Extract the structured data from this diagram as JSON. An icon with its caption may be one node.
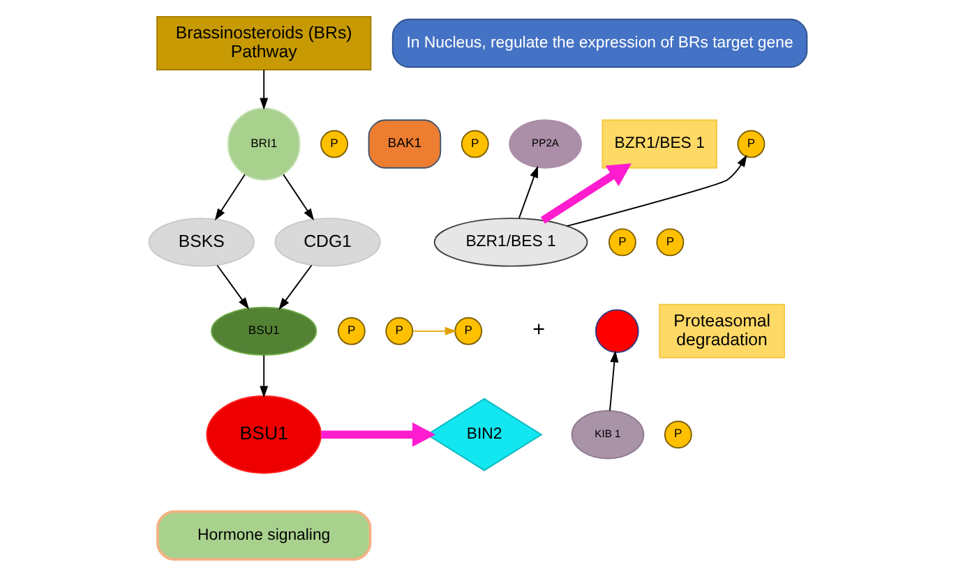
{
  "diagram": {
    "nodes": [
      {
        "text": [
          "Brassinosteroids (BRs) Pathway"
        ]
      },
      {
        "text": [
          "In Nucleus, regulate the expression of BRs target gene"
        ]
      },
      {
        "text": [
          "BZR1/BES 1"
        ]
      },
      {
        "text": [
          "P"
        ]
      },
      {
        "text": [
          "BRI1"
        ]
      },
      {
        "text": [
          "BAK1"
        ]
      },
      {
        "text": [
          "P"
        ]
      },
      {
        "text": [
          "PP2A"
        ]
      },
      {
        "text": [
          "P"
        ]
      },
      {
        "text": [
          "BZR1/BES 1"
        ]
      },
      {
        "text": [
          "P"
        ]
      },
      {
        "text": [
          "BSKS"
        ]
      },
      {
        "text": [
          "CDG1"
        ]
      },
      {
        "text": [
          "P"
        ]
      },
      {
        "text": [],
        "shape": "circle"
      },
      {
        "text": [
          "BSU1"
        ]
      },
      {
        "text": [
          "P"
        ]
      },
      {
        "text": [
          "Proteasomal degradation"
        ]
      },
      {
        "text": [
          "P"
        ]
      },
      {
        "text": [
          "P"
        ]
      },
      {
        "text": [
          "P"
        ]
      },
      {
        "text": [
          "BSU1"
        ]
      },
      {
        "text": [
          "KIB 1"
        ]
      },
      {
        "text": [
          "BIN2"
        ]
      },
      {
        "text": [
          "Hormone signaling"
        ]
      }
    ],
    "edges": [
      {
        "from": 0,
        "to": 4,
        "arrow": "to"
      },
      {
        "from": 4,
        "to": 11,
        "arrow": "to"
      },
      {
        "from": 4,
        "to": 12,
        "arrow": "to"
      },
      {
        "from": 11,
        "to": 15,
        "arrow": "to"
      },
      {
        "from": 12,
        "to": 15,
        "arrow": "to"
      },
      {
        "from": 15,
        "to": 21,
        "arrow": "to"
      },
      {
        "from": 21,
        "to": 23,
        "arrow": "to",
        "style": "thick",
        "color": "#ff1ccf"
      },
      {
        "from": 18,
        "to": 19,
        "arrow": "to",
        "color": "#e0a200"
      },
      {
        "from": 22,
        "to": 14,
        "arrow": "to"
      },
      {
        "from": 9,
        "to": 2,
        "arrow": "to",
        "style": "thick",
        "color": "#ff1ccf"
      },
      {
        "from": 9,
        "to": 7,
        "arrow": "to"
      },
      {
        "from": 9,
        "to": 8,
        "arrow": "to"
      }
    ],
    "labels": [
      "+"
    ]
  }
}
